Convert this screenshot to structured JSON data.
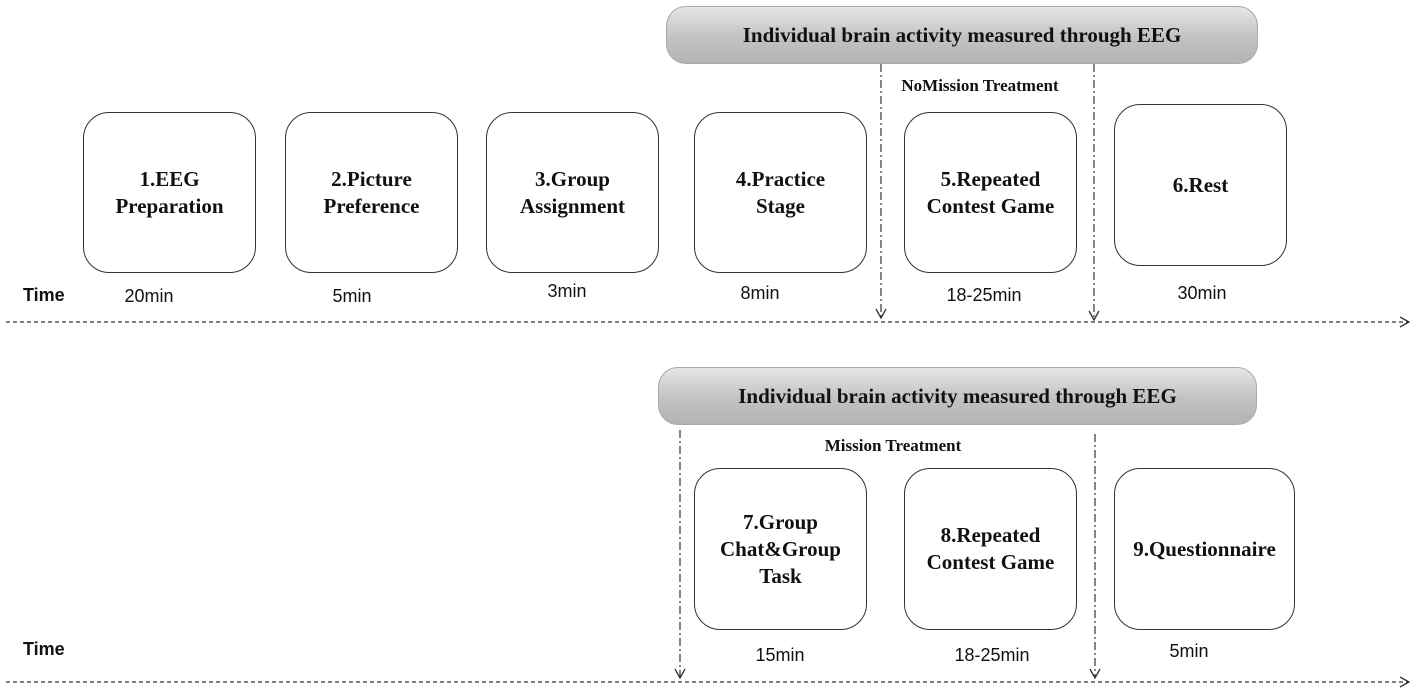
{
  "top": {
    "banner": "Individual brain activity measured through EEG",
    "treatment": "NoMission Treatment",
    "time_label": "Time",
    "steps": [
      {
        "label": "1.EEG\nPreparation",
        "duration": "20min"
      },
      {
        "label": "2.Picture\nPreference",
        "duration": "5min"
      },
      {
        "label": "3.Group\nAssignment",
        "duration": "3min"
      },
      {
        "label": "4.Practice\nStage",
        "duration": "8min"
      },
      {
        "label": "5.Repeated\nContest Game",
        "duration": "18-25min"
      },
      {
        "label": "6.Rest",
        "duration": "30min"
      }
    ]
  },
  "bottom": {
    "banner": "Individual brain activity measured through EEG",
    "treatment": "Mission Treatment",
    "time_label": "Time",
    "steps": [
      {
        "label": "7.Group\nChat&Group\nTask",
        "duration": "15min"
      },
      {
        "label": "8.Repeated\nContest Game",
        "duration": "18-25min"
      },
      {
        "label": "9.Questionnaire",
        "duration": "5min"
      }
    ]
  }
}
